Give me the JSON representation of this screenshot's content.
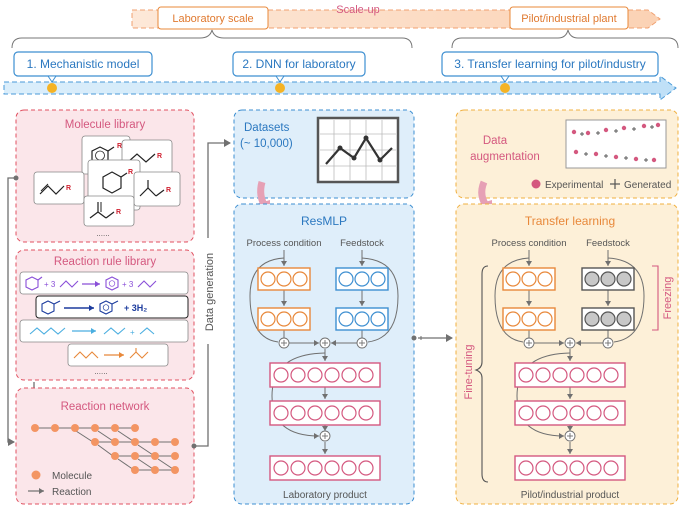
{
  "header": {
    "scale_up": "Scale-up",
    "lab_scale": "Laboratory scale",
    "pilot_plant": "Pilot/industrial plant"
  },
  "steps": [
    {
      "label": "1. Mechanistic model"
    },
    {
      "label": "2. DNN for laboratory"
    },
    {
      "label": "3. Transfer learning for pilot/industry"
    }
  ],
  "left_panel": {
    "molecule_library": "Molecule library",
    "reaction_rule_library": "Reaction rule library",
    "reaction_network": "Reaction network",
    "legend_molecule": "Molecule",
    "legend_reaction": "Reaction",
    "plus_3": "+ 3",
    "plus_3h2": "+ 3H₂",
    "atom_r": "R",
    "dots": "......"
  },
  "middle_panel": {
    "data_generation": "Data generation",
    "datasets": "Datasets",
    "datasets_count": "(~ 10,000)",
    "resmlp": "ResMLP",
    "process_condition": "Process condition",
    "feedstock": "Feedstock",
    "laboratory_product": "Laboratory product"
  },
  "right_panel": {
    "data_augmentation_1": "Data",
    "data_augmentation_2": "augmentation",
    "legend_experimental": "Experimental",
    "legend_generated": "Generated",
    "transfer_learning": "Transfer learning",
    "process_condition": "Process condition",
    "feedstock": "Feedstock",
    "freezing": "Freezing",
    "fine_tuning": "Fine-tuning",
    "pilot_product": "Pilot/industrial product"
  },
  "colors": {
    "orange": "#e8883a",
    "blue": "#3d8fd1",
    "pink": "#d4587f",
    "red_dash": "#e05060",
    "purple": "#8a4fd8",
    "navy": "#1d3c9e",
    "gray": "#707070"
  }
}
